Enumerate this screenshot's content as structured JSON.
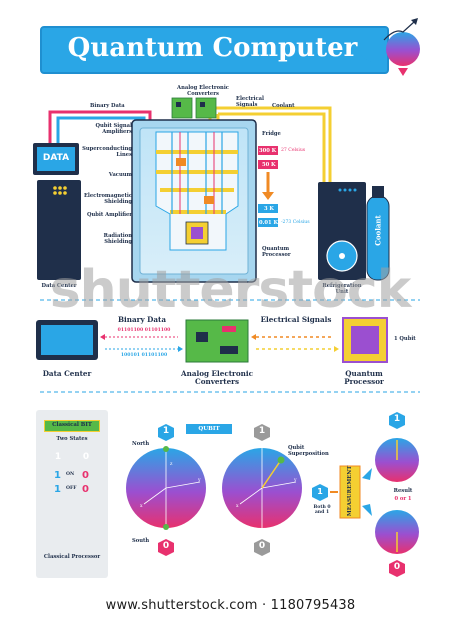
{
  "title": "Quantum Computer",
  "footer": "www.shutterstock.com · 1180795438",
  "watermark": "shutterstock",
  "top_diagram": {
    "binary_data": "Binary Data",
    "analog_converters": "Analog Electronic Converters",
    "electrical_signals": "Electrical Signals",
    "coolant_arrow": "Coolant",
    "qubit_signal_amplifiers": "Qubit Signal Amplifiers",
    "superconducting_lines": "Superconducting Lines",
    "vacuum": "Vacuum",
    "em_shielding": "Electromagnetic Shielding",
    "qubit_amplifier": "Qubit Amplifier",
    "radiation_shielding": "Radiation Shielding",
    "fridge": "Fridge",
    "temp_300k": "300 K",
    "temp_27c": "27 Celsius",
    "temp_50k": "50 K",
    "temp_3k": "3 K",
    "temp_001k": "0.01 K",
    "temp_neg273": "-273 Celsius",
    "quantum_processor": "Quantum Processor",
    "data_screen": "DATA",
    "data_center": "Data Center",
    "refrigeration_unit": "Refrigeration Unit",
    "coolant_tank": "Coolant"
  },
  "middle_flow": {
    "binary_data": "Binary Data",
    "bits_top": "01101100 01101100",
    "bits_bottom": "100101 01101100",
    "electrical_signals": "Electrical Signals",
    "one_qubit": "1 Qubit",
    "data_center": "Data Center",
    "analog_converters": "Analog Electronic Converters",
    "quantum_processor": "Quantum Processor"
  },
  "bottom": {
    "classical_bit": "Classical BIT",
    "two_states": "Two States",
    "state_1": "1",
    "state_0": "0",
    "on_label": "ON",
    "off_label": "OFF",
    "classical_processor": "Classical Processor",
    "qubit_tag": "QUBIT",
    "north": "North",
    "south": "South",
    "pole_1": "1",
    "pole_0": "0",
    "axis_x": "x",
    "axis_y": "y",
    "axis_z": "z",
    "qubit_superposition": "Qubit Superposition",
    "both_label": "Both 0 and 1",
    "measurement": "MEASUREMENT",
    "result_label": "Result",
    "result_values": "0 or 1"
  },
  "colors": {
    "accent_blue": "#2aa6e6",
    "pink": "#e8316e",
    "gray_hex": "#9a9a9a",
    "green": "#56b948",
    "yellow": "#f4cf32",
    "orange": "#f08a24"
  }
}
